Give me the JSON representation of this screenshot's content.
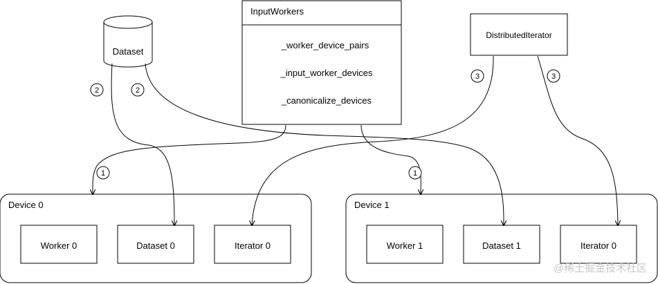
{
  "dataset": {
    "label": "Dataset"
  },
  "input_workers": {
    "title": "InputWorkers",
    "methods": [
      "_worker_device_pairs",
      "_input_worker_devices",
      "_canonicalize_devices"
    ]
  },
  "distributed_iterator": {
    "label": "DistributedIterator"
  },
  "devices": [
    {
      "label": "Device 0",
      "worker": "Worker 0",
      "dataset": "Dataset 0",
      "iterator": "Iterator 0"
    },
    {
      "label": "Device 1",
      "worker": "Worker 1",
      "dataset": "Dataset 1",
      "iterator": "Iterator 0"
    }
  ],
  "step_badges": [
    "1",
    "1",
    "2",
    "2",
    "3",
    "3"
  ],
  "watermark": "@稀土掘金技术社区"
}
